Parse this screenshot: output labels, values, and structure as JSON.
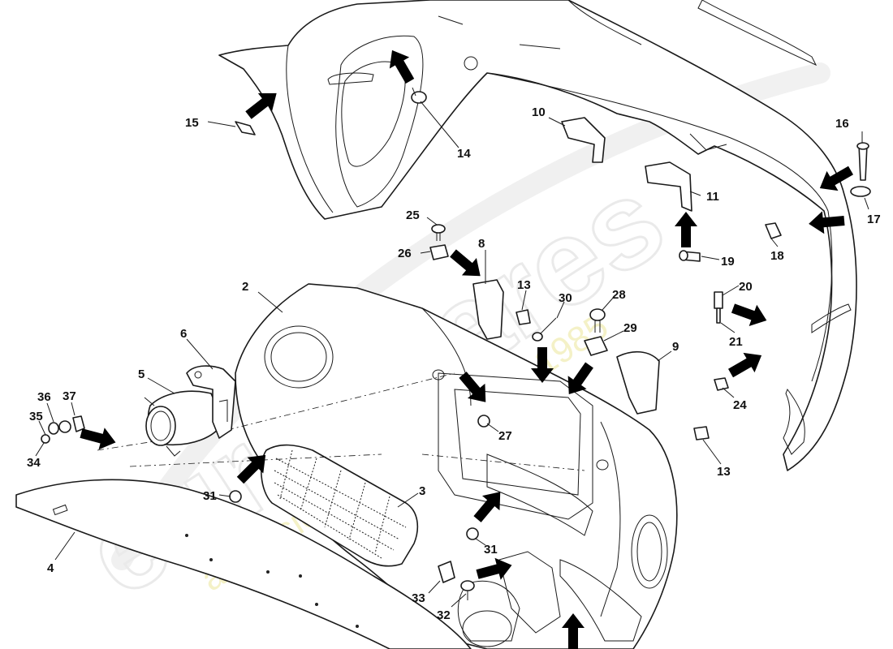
{
  "diagram": {
    "callouts": [
      {
        "id": "15",
        "text": "15"
      },
      {
        "id": "14",
        "text": "14"
      },
      {
        "id": "10",
        "text": "10"
      },
      {
        "id": "16",
        "text": "16"
      },
      {
        "id": "11",
        "text": "11"
      },
      {
        "id": "17",
        "text": "17"
      },
      {
        "id": "25",
        "text": "25"
      },
      {
        "id": "8",
        "text": "8"
      },
      {
        "id": "26",
        "text": "26"
      },
      {
        "id": "18",
        "text": "18"
      },
      {
        "id": "19",
        "text": "19"
      },
      {
        "id": "13a",
        "text": "13"
      },
      {
        "id": "20",
        "text": "20"
      },
      {
        "id": "2",
        "text": "2"
      },
      {
        "id": "30",
        "text": "30"
      },
      {
        "id": "28",
        "text": "28"
      },
      {
        "id": "29",
        "text": "29"
      },
      {
        "id": "21",
        "text": "21"
      },
      {
        "id": "6",
        "text": "6"
      },
      {
        "id": "9",
        "text": "9"
      },
      {
        "id": "5",
        "text": "5"
      },
      {
        "id": "36",
        "text": "36"
      },
      {
        "id": "37",
        "text": "37"
      },
      {
        "id": "35",
        "text": "35"
      },
      {
        "id": "24",
        "text": "24"
      },
      {
        "id": "27",
        "text": "27"
      },
      {
        "id": "34",
        "text": "34"
      },
      {
        "id": "13b",
        "text": "13"
      },
      {
        "id": "3",
        "text": "3"
      },
      {
        "id": "31a",
        "text": "31"
      },
      {
        "id": "31b",
        "text": "31"
      },
      {
        "id": "4",
        "text": "4"
      },
      {
        "id": "33",
        "text": "33"
      },
      {
        "id": "32",
        "text": "32"
      }
    ]
  },
  "watermark": {
    "brand": "eurospares",
    "tagline": "a passion for parts since 1985",
    "color": "#e8e4a0"
  }
}
